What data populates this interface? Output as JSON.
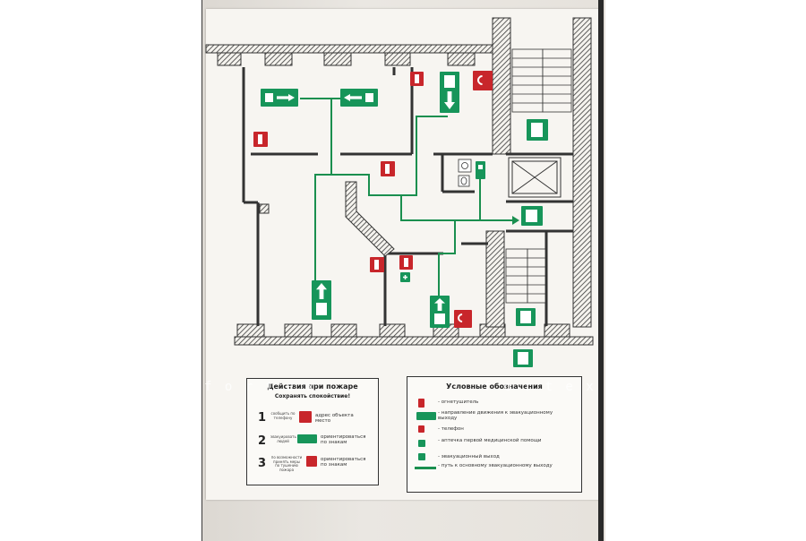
{
  "legend_left": {
    "title_line1": "Действия при пожаре",
    "title_line2": "Сохранять спокойствие!",
    "steps": [
      {
        "num": "1",
        "note": "сообщить по телефону",
        "text": "адрес объекта место"
      },
      {
        "num": "2",
        "note": "эвакуировать людей",
        "text": "ориентироваться по знакам"
      },
      {
        "num": "3",
        "note": "по возможности принять меры по тушению пожара",
        "text": "ориентироваться по знакам"
      }
    ]
  },
  "legend_right": {
    "title": "Условные обозначения",
    "items": [
      {
        "icon": "fire-extinguisher",
        "text": "- огнетушитель"
      },
      {
        "icon": "evacuation-direction",
        "text": "- направление движения к эвакуационному выходу"
      },
      {
        "icon": "telephone",
        "text": "- телефон"
      },
      {
        "icon": "first-aid",
        "text": "- аптечка первой медицинской помощи"
      },
      {
        "icon": "emergency-exit",
        "text": "- эвакуационный выход"
      },
      {
        "icon": "evacuation-path-line",
        "text": "- путь к основному эвакуационному выходу"
      }
    ]
  },
  "watermark": {
    "left": "f o r t e x",
    "right": "f o r t e x"
  },
  "colors": {
    "sign_green": "#17955a",
    "sign_red": "#c8262b",
    "wall": "#333333",
    "path": "#1a8f4f"
  }
}
